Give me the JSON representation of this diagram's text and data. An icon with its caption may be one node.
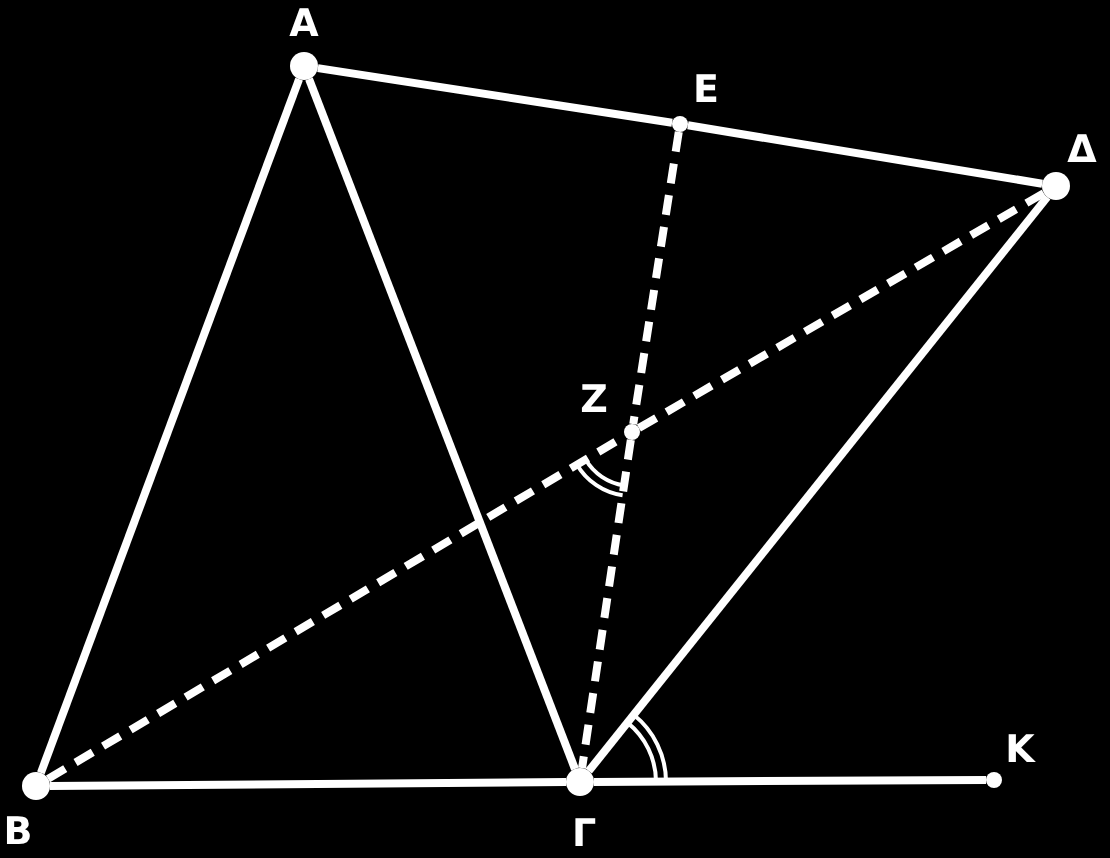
{
  "diagram": {
    "nodes": [
      {
        "text": [
          "Α"
        ]
      },
      {
        "text": [
          "Ε"
        ]
      },
      {
        "text": [
          "Δ"
        ]
      },
      {
        "text": [
          "Ζ"
        ]
      },
      {
        "text": [
          "Β"
        ]
      },
      {
        "text": [
          "Γ"
        ]
      },
      {
        "text": [
          "Κ"
        ]
      }
    ],
    "edges": [
      {
        "from": 0,
        "to": 1,
        "arrow": "none"
      },
      {
        "from": 1,
        "to": 2,
        "arrow": "none"
      },
      {
        "from": 0,
        "to": 4,
        "arrow": "none"
      },
      {
        "from": 0,
        "to": 5,
        "arrow": "none"
      },
      {
        "from": 4,
        "to": 5,
        "arrow": "none"
      },
      {
        "from": 5,
        "to": 6,
        "arrow": "none"
      },
      {
        "from": 5,
        "to": 2,
        "arrow": "none"
      },
      {
        "from": 4,
        "to": 3,
        "arrow": "none",
        "style": "dashed"
      },
      {
        "from": 3,
        "to": 2,
        "arrow": "none",
        "style": "dashed"
      },
      {
        "from": 1,
        "to": 3,
        "arrow": "none",
        "style": "dashed"
      },
      {
        "from": 3,
        "to": 5,
        "arrow": "none",
        "style": "dashed"
      }
    ]
  }
}
